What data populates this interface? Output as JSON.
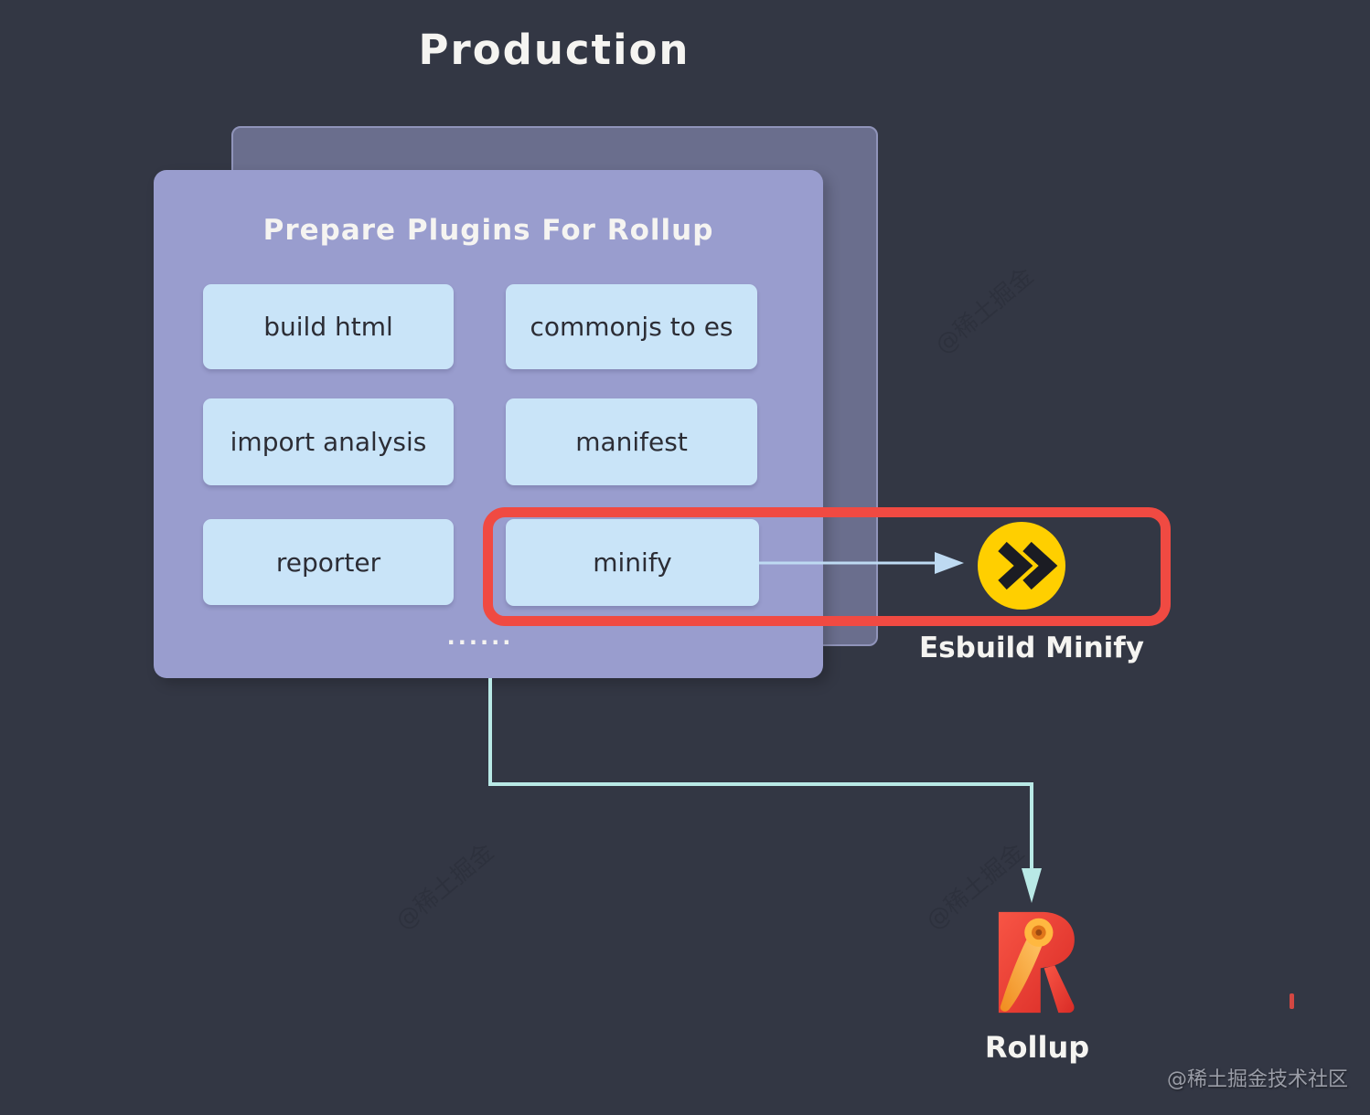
{
  "title": "Production",
  "panel": {
    "title": "Prepare Plugins For Rollup",
    "plugins": [
      "build html",
      "commonjs to es",
      "import analysis",
      "manifest",
      "reporter",
      "minify"
    ],
    "ellipsis": "......"
  },
  "highlight": {
    "label": "Esbuild Minify"
  },
  "output": {
    "label": "Rollup"
  },
  "watermark": "@稀土掘金技术社区",
  "bg_watermark": "@稀土掘金",
  "colors": {
    "background": "#333744",
    "panel": "#999dce",
    "back-panel": "#6a6e8d",
    "back-panel-border": "#9094ba",
    "plugin-box": "#c9e4f8",
    "plugin-text": "#2c2d35",
    "highlight-red": "#f04a42",
    "esbuild-yellow": "#ffcf00",
    "chevron-black": "#1b1c23",
    "arrow-blue": "#bedaf2",
    "arrow-teal": "#b9e9e6",
    "text-white": "#f5f4f1",
    "watermark-gray": "#9a9da7",
    "rollup-red": "#ef3d2d",
    "rollup-red-dark": "#d92b26",
    "rollup-orange": "#fba53a"
  }
}
